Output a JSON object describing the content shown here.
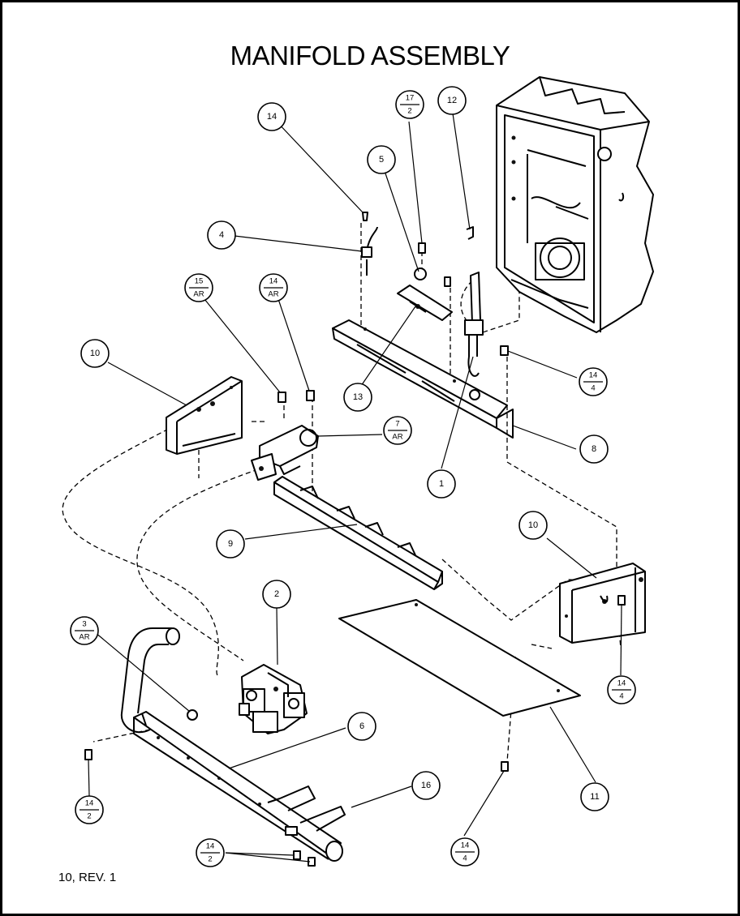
{
  "title": "MANIFOLD ASSEMBLY",
  "footer": "10, REV. 1",
  "callouts": {
    "c14_top": "14",
    "c17_2": {
      "num": "17",
      "den": "2"
    },
    "c12": "12",
    "c5": "5",
    "c4": "4",
    "c15_ar": {
      "num": "15",
      "den": "AR"
    },
    "c14_ar": {
      "num": "14",
      "den": "AR"
    },
    "c10_left": "10",
    "c13": "13",
    "c14_4_mid": {
      "num": "14",
      "den": "4"
    },
    "c7_ar": {
      "num": "7",
      "den": "AR"
    },
    "c8": "8",
    "c1": "1",
    "c9": "9",
    "c10_right": "10",
    "c2": "2",
    "c3_ar": {
      "num": "3",
      "den": "AR"
    },
    "c6": "6",
    "c14_4_right": {
      "num": "14",
      "den": "4"
    },
    "c14_2_left": {
      "num": "14",
      "den": "2"
    },
    "c16": "16",
    "c11": "11",
    "c14_2_bottom": {
      "num": "14",
      "den": "2"
    },
    "c14_4_bottom": {
      "num": "14",
      "den": "4"
    }
  }
}
